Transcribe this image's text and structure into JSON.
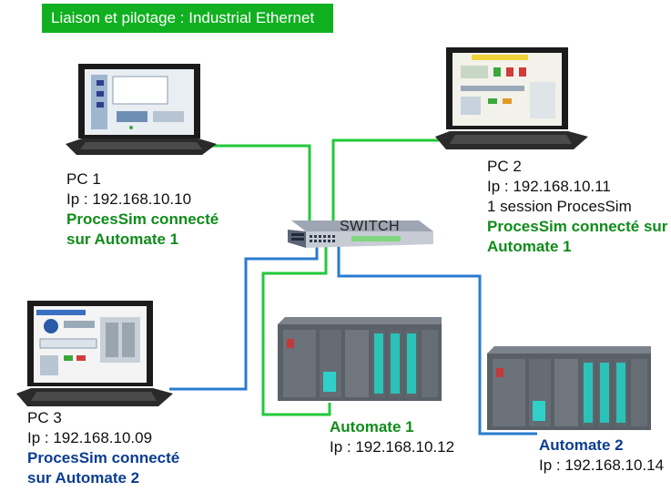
{
  "title": "Liaison et pilotage : Industrial Ethernet",
  "colors": {
    "banner": "#10b020",
    "green_link": "#22c93a",
    "blue_link": "#2a7bd0",
    "green_text": "#0f8c1a",
    "blue_text": "#0b3d91"
  },
  "switch": {
    "label": "SWITCH"
  },
  "pc1": {
    "name": "PC 1",
    "ip": "Ip  : 192.168.10.10",
    "status_1": "ProcesSim connecté",
    "status_2": "sur Automate 1"
  },
  "pc2": {
    "name": "PC 2",
    "ip": "Ip : 192.168.10.11",
    "session": "1 session ProcesSim",
    "status_1": "ProcesSim connecté sur",
    "status_2": "Automate 1"
  },
  "pc3": {
    "name": "PC 3",
    "ip": "Ip : 192.168.10.09",
    "status_1": "ProcesSim connecté",
    "status_2": "sur Automate 2"
  },
  "automate1": {
    "name": "Automate 1",
    "ip": "Ip : 192.168.10.12"
  },
  "automate2": {
    "name": "Automate 2",
    "ip": "Ip : 192.168.10.14"
  }
}
